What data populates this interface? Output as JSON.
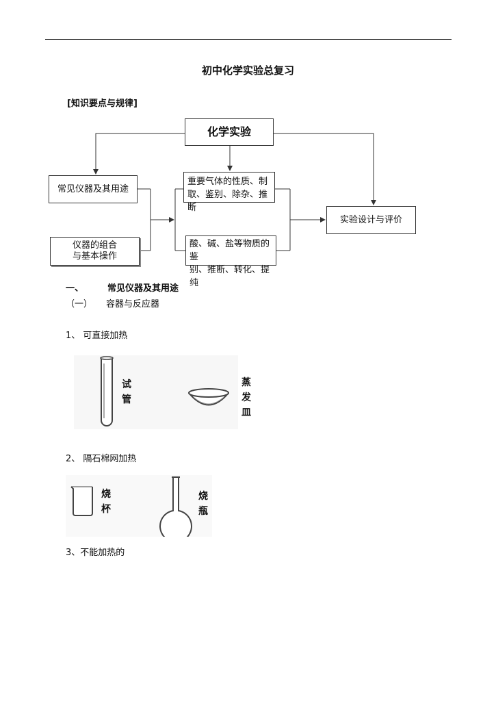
{
  "document": {
    "title": "初中化学实验总复习",
    "section_tag": "[知识要点与规律]"
  },
  "diagram": {
    "main": "化学实验",
    "instruments": "常见仪器及其用途",
    "combination_line1": "仪器的组合",
    "combination_line2": "与基本操作",
    "gases_line1": "重要气体的性质、制",
    "gases_line2": "取、鉴别、除杂、推断",
    "acids_line1": "酸、碱、盐等物质的鉴",
    "acids_line2": "别、推断、转化、提纯",
    "design": "实验设计与评价"
  },
  "section1": {
    "number": "一、",
    "title": "常见仪器及其用途",
    "sub_number": "（一）",
    "sub_title": "容器与反应器",
    "items": [
      {
        "label": "1、 可直接加热"
      },
      {
        "label": "2、 隔石棉网加热"
      },
      {
        "label": "3、不能加热的"
      }
    ]
  },
  "figures": {
    "fig1": {
      "test_tube_label": [
        "试",
        "管"
      ],
      "dish_label": [
        "蒸",
        "发",
        "皿"
      ]
    },
    "fig2": {
      "beaker_label": [
        "烧",
        "杯"
      ],
      "flask_label": [
        "烧",
        "瓶"
      ]
    }
  }
}
